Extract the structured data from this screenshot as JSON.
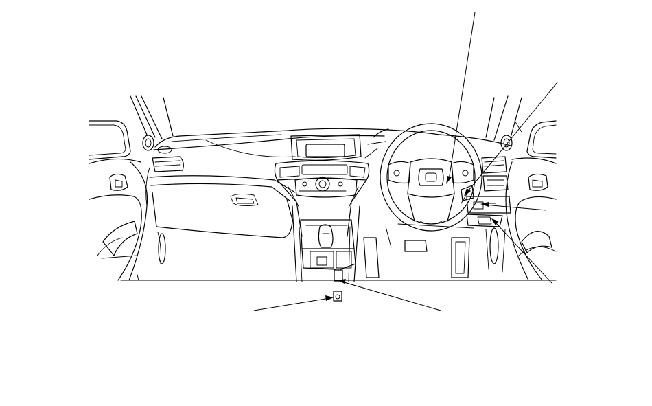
{
  "diagram": {
    "background": "#ffffff",
    "line_color": "#000000",
    "leader_lines": [
      {
        "name": "callout-steering-wheel-line"
      },
      {
        "name": "callout-dashboard-right-line"
      },
      {
        "name": "callout-under-dash-line"
      },
      {
        "name": "callout-lower-right-panel-line"
      },
      {
        "name": "callout-console-unit-line"
      },
      {
        "name": "callout-floor-unit-line"
      }
    ]
  }
}
